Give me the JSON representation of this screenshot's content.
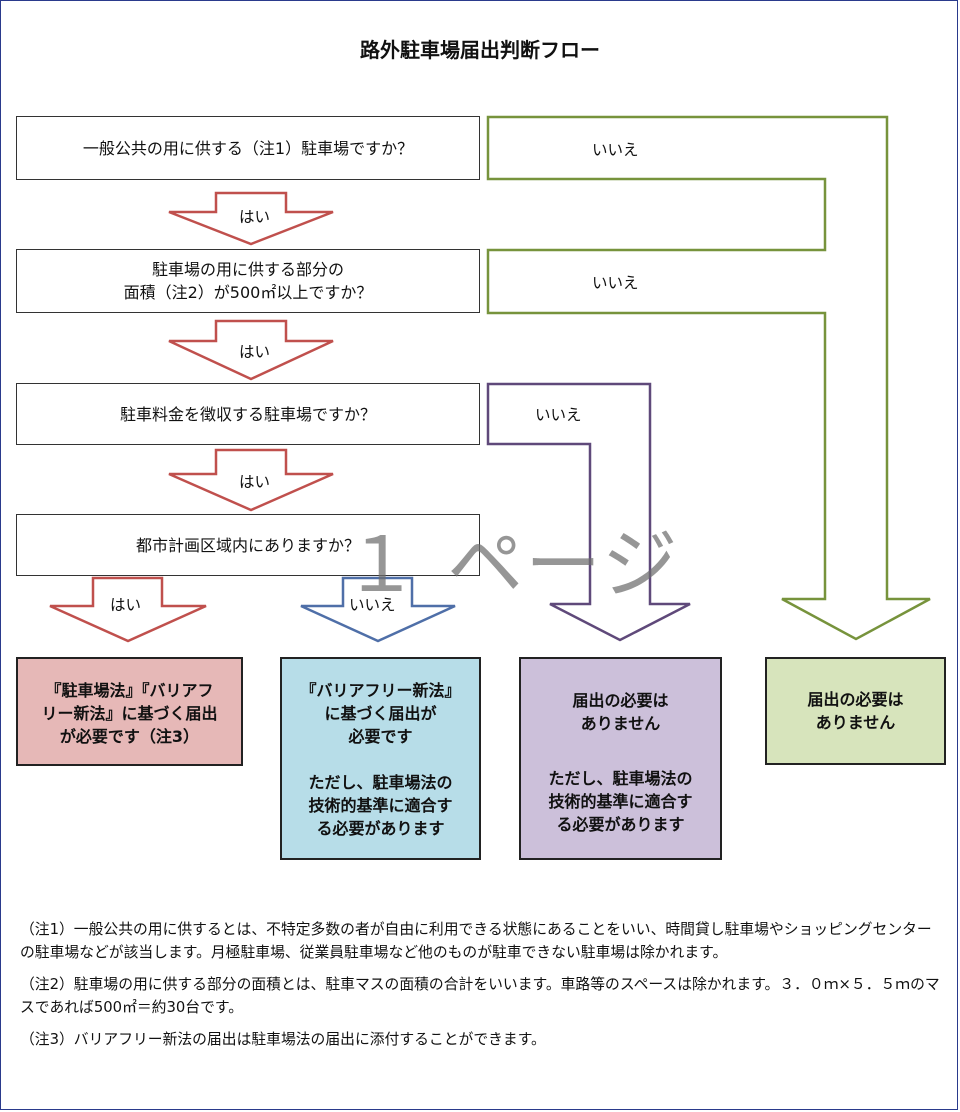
{
  "title": "路外駐車場届出判断フロー",
  "questions": [
    {
      "lines": [
        "一般公共の用に供する（注1）駐車場ですか？"
      ]
    },
    {
      "lines": [
        "駐車場の用に供する部分の",
        "面積（注2）が500㎡以上ですか？"
      ]
    },
    {
      "lines": [
        "駐車料金を徴収する駐車場ですか？"
      ]
    },
    {
      "lines": [
        "都市計画区域内にありますか？"
      ]
    }
  ],
  "labels": {
    "yes": "はい",
    "no": "いいえ"
  },
  "results": [
    {
      "lines": [
        "『駐車場法』『バリアフ",
        "リー新法』に基づく届出",
        "が必要です（注3）"
      ],
      "bg": "#e6b8b7"
    },
    {
      "lines": [
        "『バリアフリー新法』",
        "に基づく届出が",
        "必要です",
        "",
        "ただし、駐車場法の",
        "技術的基準に適合す",
        "る必要があります"
      ],
      "bg": "#b7dde8"
    },
    {
      "lines": [
        "届出の必要は",
        "ありません",
        "",
        "ただし、駐車場法の",
        "技術的基準に適合す",
        "る必要があります"
      ],
      "bg": "#ccc0da"
    },
    {
      "lines": [
        "届出の必要は",
        "ありません"
      ],
      "bg": "#d7e4bc"
    }
  ],
  "notes": [
    "（注1）一般公共の用に供するとは、不特定多数の者が自由に利用できる状態にあることをいい、時間貸し駐車場やショッピングセンターの駐車場などが該当します。月極駐車場、従業員駐車場など他のものが駐車できない駐車場は除かれます。",
    "（注2）駐車場の用に供する部分の面積とは、駐車マスの面積の合計をいいます。車路等のスペースは除かれます。３．０ｍ×５．５ｍのマスであれば500㎡＝約30台です。",
    "（注3）バリアフリー新法の届出は駐車場法の届出に添付することができます。"
  ],
  "watermark": "１ ページ",
  "colors": {
    "yes_arrow": "#c0504d",
    "no_blue": "#4f6fa8",
    "no_purple": "#5f497a",
    "no_green": "#77933c",
    "border": "#2a3a8c"
  }
}
